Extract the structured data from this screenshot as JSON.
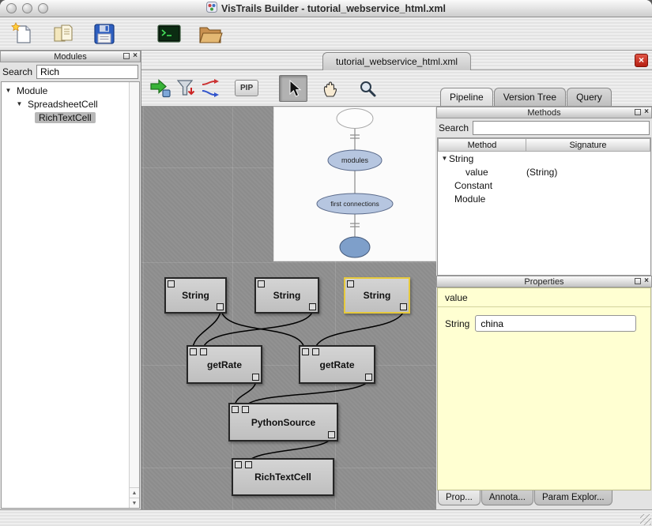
{
  "window": {
    "title": "VisTrails Builder - tutorial_webservice_html.xml"
  },
  "document_tab": {
    "label": "tutorial_webservice_html.xml"
  },
  "icons": {
    "close": "×",
    "tree_expanded": "▼",
    "scroll_up": "▲",
    "scroll_down": "▼"
  },
  "main_toolbar": {
    "buttons": [
      "new-file",
      "open-file",
      "save-file",
      "console",
      "open-folder"
    ]
  },
  "modules_panel": {
    "title": "Modules",
    "search_label": "Search",
    "search_value": "Rich",
    "tree": [
      {
        "label": "Module"
      },
      {
        "label": "SpreadsheetCell"
      },
      {
        "label": "RichTextCell"
      }
    ]
  },
  "pipeline_toolbar": {
    "pip_label": "PIP"
  },
  "canvas": {
    "selected_module_index": 2,
    "modules": [
      {
        "label": "String"
      },
      {
        "label": "String"
      },
      {
        "label": "String"
      },
      {
        "label": "getRate"
      },
      {
        "label": "getRate"
      },
      {
        "label": "PythonSource"
      },
      {
        "label": "RichTextCell"
      }
    ]
  },
  "version_minimap": {
    "nodes": [
      {
        "label": "modules"
      },
      {
        "label": "first connections"
      }
    ]
  },
  "right_panel": {
    "tabs": [
      {
        "label": "Pipeline"
      },
      {
        "label": "Version Tree"
      },
      {
        "label": "Query"
      }
    ],
    "methods": {
      "title": "Methods",
      "search_label": "Search",
      "search_value": "",
      "columns": [
        "Method",
        "Signature"
      ],
      "rows": [
        {
          "method": "String",
          "signature": ""
        },
        {
          "method": "value",
          "signature": "(String)"
        },
        {
          "method": "Constant",
          "signature": ""
        },
        {
          "method": "Module",
          "signature": ""
        }
      ]
    },
    "properties": {
      "title": "Properties",
      "group_label": "value",
      "type_label": "String",
      "value": "china"
    },
    "bottom_tabs": [
      {
        "label": "Prop..."
      },
      {
        "label": "Annota..."
      },
      {
        "label": "Param Explor..."
      }
    ]
  },
  "colors": {
    "selected_module_border": "#e6c93c",
    "mdi_close_button": "#b51f12",
    "properties_bg": "#ffffd2",
    "canvas_bg": "#8f8f8f",
    "version_node_fill": "#b6c6e0",
    "version_node_current": "#7e9fca"
  }
}
